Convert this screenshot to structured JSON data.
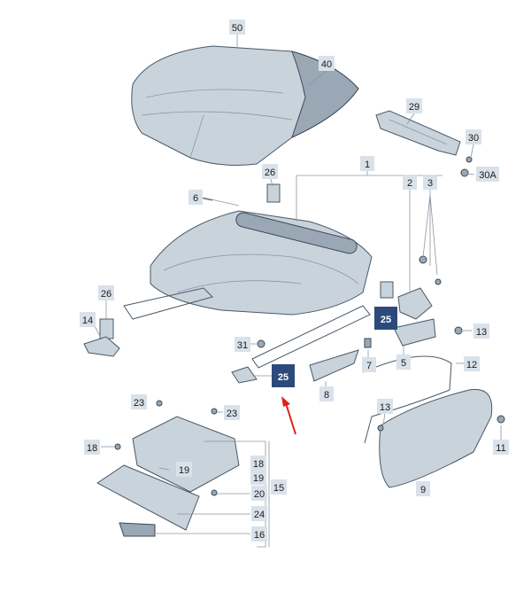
{
  "labels": {
    "l50": "50",
    "l40": "40",
    "l29": "29",
    "l30": "30",
    "l30a": "30A",
    "l1": "1",
    "l2": "2",
    "l3": "3",
    "l26a": "26",
    "l6": "6",
    "l26b": "26",
    "l14": "14",
    "l25a": "25",
    "l13a": "13",
    "l31": "31",
    "l7": "7",
    "l5": "5",
    "l12": "12",
    "l25b": "25",
    "l8": "8",
    "l23a": "23",
    "l23b": "23",
    "l13b": "13",
    "l11": "11",
    "l18a": "18",
    "l19a": "19",
    "l18b": "18",
    "l19b": "19",
    "l20": "20",
    "l15": "15",
    "l24": "24",
    "l16": "16",
    "l9": "9"
  },
  "colors": {
    "part_fill": "#c9d3dc",
    "part_dark": "#9aa8b5",
    "label_bg": "#d9e1ea",
    "highlight_bg": "#2c4a7c",
    "arrow": "#e0201b"
  }
}
